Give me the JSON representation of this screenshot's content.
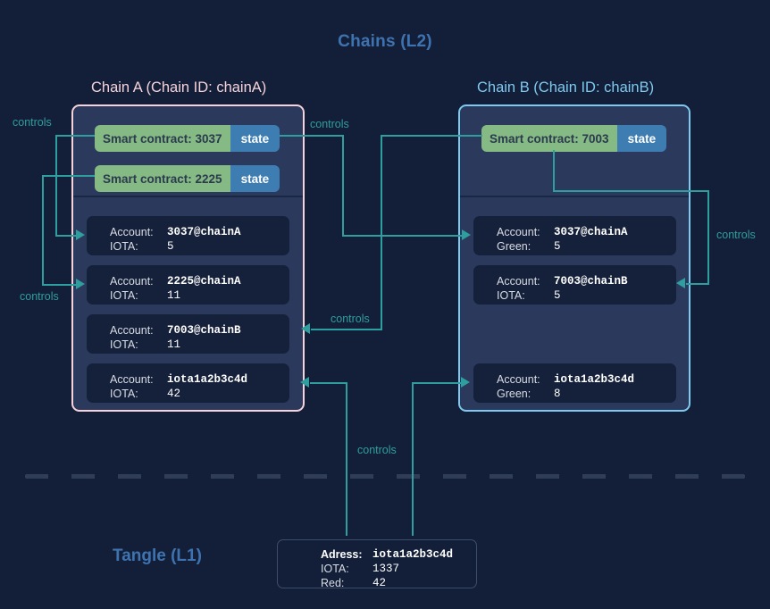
{
  "diagram": {
    "main_title": "Chains (L2)",
    "tangle_title": "Tangle (L1)"
  },
  "chainA": {
    "title": "Chain A (Chain ID: chainA)",
    "border_color": "#f6d3da",
    "contracts": [
      {
        "label": "Smart contract: 3037",
        "state_label": "state"
      },
      {
        "label": "Smart contract: 2225",
        "state_label": "state"
      }
    ],
    "accounts": [
      {
        "key1": "Account:",
        "val1": "3037@chainA",
        "key2": "IOTA:",
        "val2": "5"
      },
      {
        "key1": "Account:",
        "val1": "2225@chainA",
        "key2": "IOTA:",
        "val2": "11"
      },
      {
        "key1": "Account:",
        "val1": "7003@chainB",
        "key2": "IOTA:",
        "val2": "11"
      },
      {
        "key1": "Account:",
        "val1": "iota1a2b3c4d",
        "key2": "IOTA:",
        "val2": "42"
      }
    ]
  },
  "chainB": {
    "title": "Chain B (Chain ID: chainB)",
    "border_color": "#7ec9ef",
    "contracts": [
      {
        "label": "Smart contract: 7003",
        "state_label": "state"
      }
    ],
    "accounts": [
      {
        "key1": "Account:",
        "val1": "3037@chainA",
        "key2": "Green:",
        "val2": "5"
      },
      {
        "key1": "Account:",
        "val1": "7003@chainB",
        "key2": "IOTA:",
        "val2": "5"
      },
      {
        "key1": "Account:",
        "val1": "iota1a2b3c4d",
        "key2": "Green:",
        "val2": "8"
      }
    ]
  },
  "tangle": {
    "address_card": {
      "key1": "Adress:",
      "val1": "iota1a2b3c4d",
      "key2": "IOTA:",
      "val2": "1337",
      "key3": "Red:",
      "val3": "42"
    }
  },
  "connectors": {
    "accent_color": "#2f9e9e",
    "labels": [
      {
        "id": "left-top",
        "text": "controls"
      },
      {
        "id": "left-bottom",
        "text": "controls"
      },
      {
        "id": "mid-top",
        "text": "controls"
      },
      {
        "id": "mid-bottom",
        "text": "controls"
      },
      {
        "id": "right",
        "text": "controls"
      },
      {
        "id": "tangle",
        "text": "controls"
      }
    ]
  }
}
